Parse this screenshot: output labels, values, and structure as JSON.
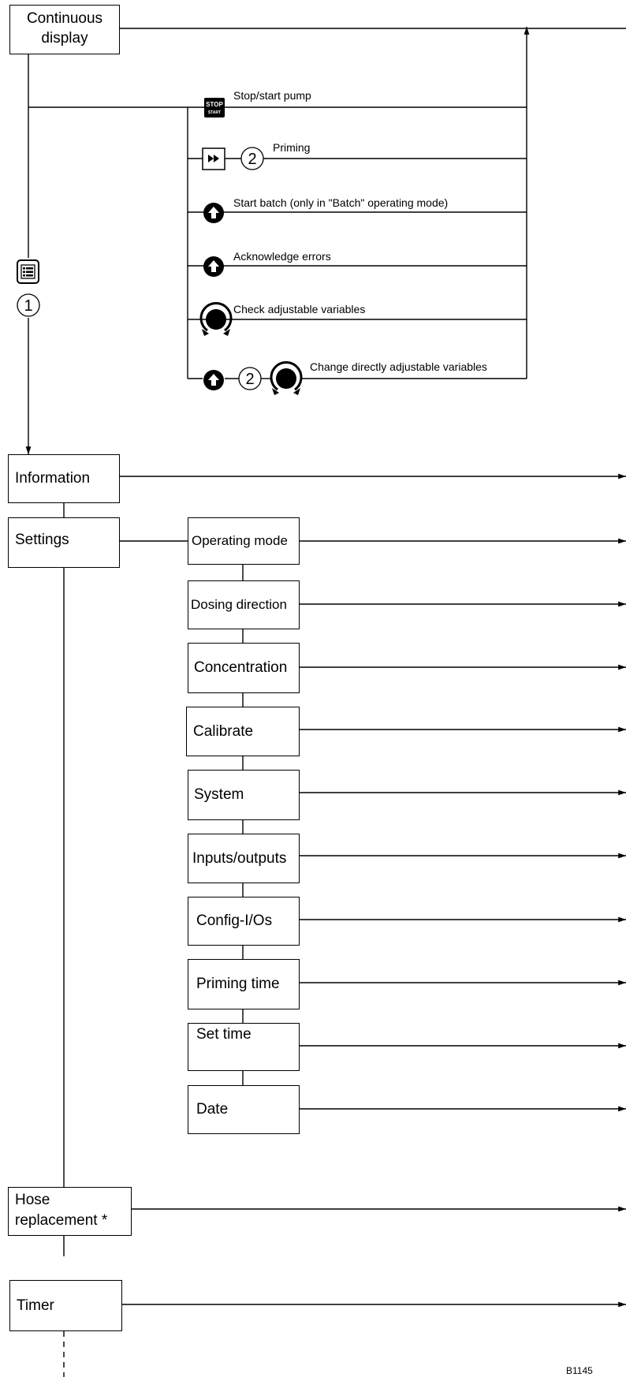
{
  "main_menu": {
    "continuous_display": "Continuous\ndisplay",
    "information": "Information",
    "settings": "Settings",
    "hose_replacement": "Hose\nreplacement *",
    "timer": "Timer"
  },
  "continuous_display_actions": {
    "stop_start_pump": "Stop/start pump",
    "priming": "Priming",
    "start_batch": "Start batch (only in \"Batch\" operating mode)",
    "acknowledge_errors": "Acknowledge errors",
    "check_adjustable_variables": "Check adjustable variables",
    "change_directly_adjustable_variables": "Change directly adjustable variables"
  },
  "settings_submenu": [
    "Operating mode",
    "Dosing direction",
    "Concentration",
    "Calibrate",
    "System",
    "Inputs/outputs",
    "Config-I/Os",
    "Priming time",
    "Set time",
    "Date"
  ],
  "callouts": {
    "one": "1",
    "two": "2"
  },
  "key_icons": {
    "stop_key_top": "STOP",
    "stop_key_bottom": "START",
    "menu_key": "menu-icon",
    "priming_key": "fast-forward-icon",
    "clickwheel_press": "clickwheel-press-icon",
    "clickwheel_turn": "clickwheel-turn-icon"
  },
  "figure_code": "B1145"
}
